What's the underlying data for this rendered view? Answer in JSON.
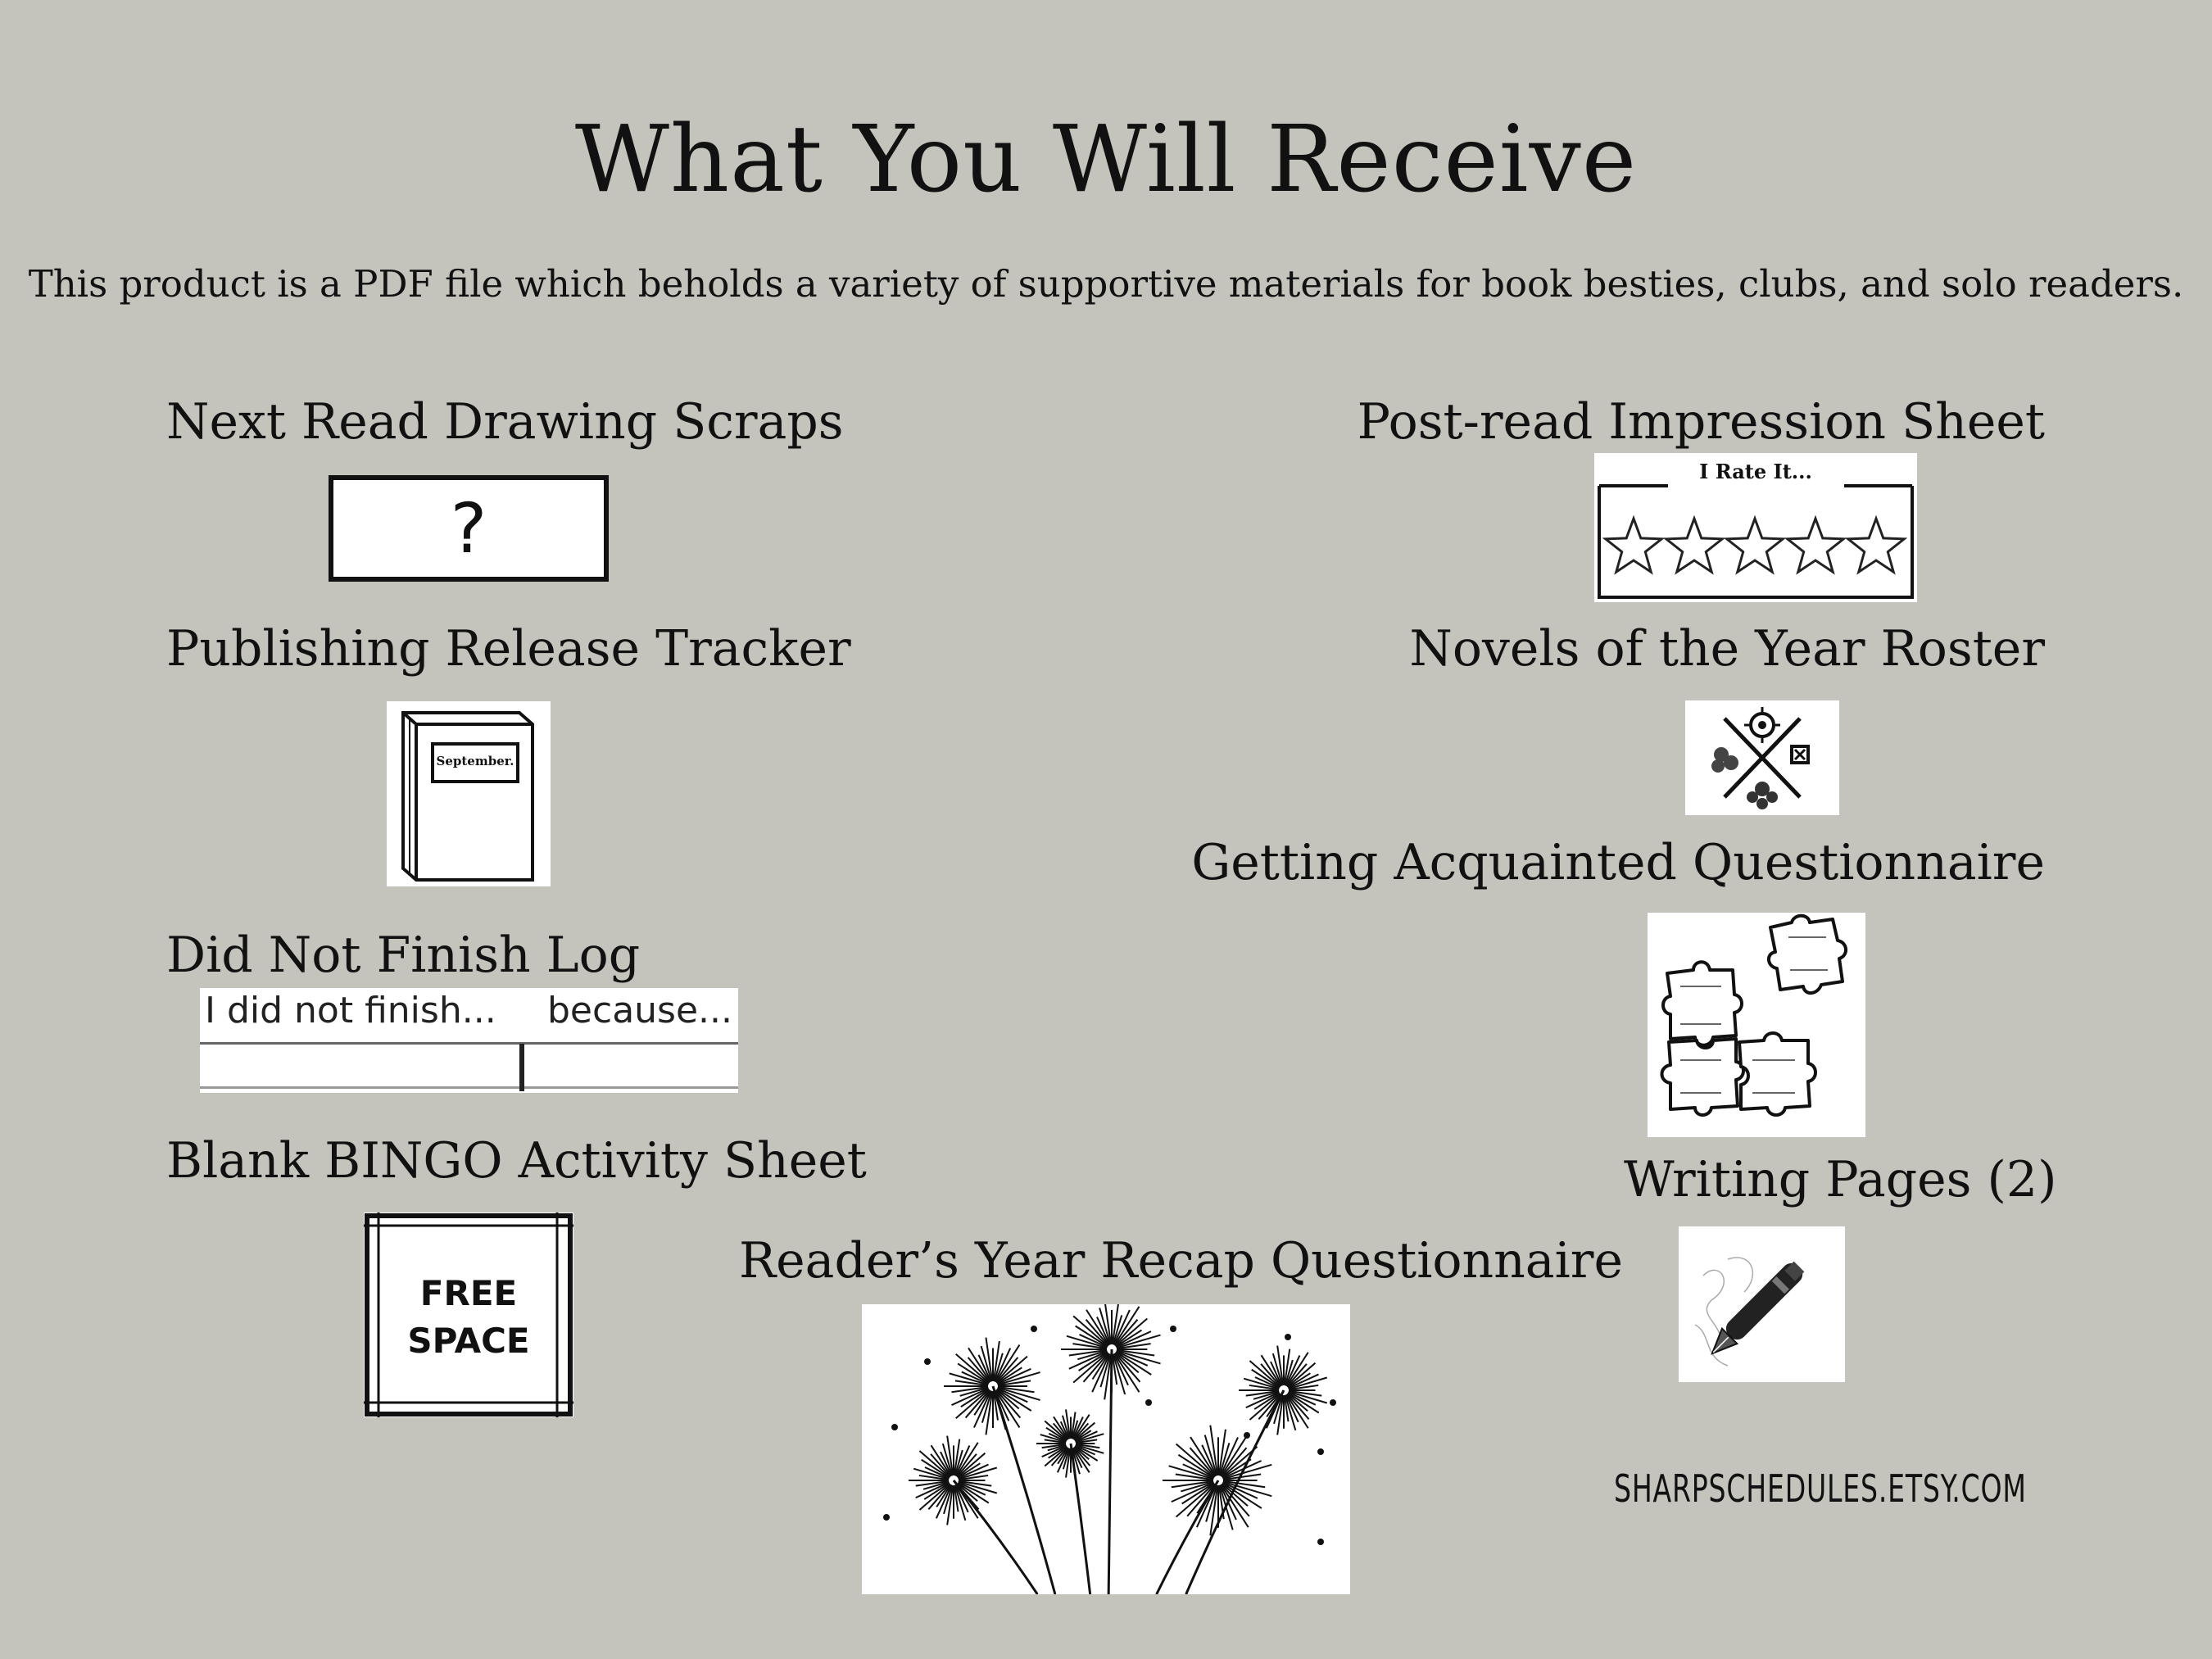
{
  "header": {
    "title": "What You Will Receive",
    "subtitle": "This product is a PDF file which beholds a variety of supportive materials for book besties, clubs, and solo readers."
  },
  "items": {
    "next_read": {
      "label": "Next Read Drawing Scraps",
      "icon": "question-mark-box-icon",
      "glyph": "?"
    },
    "post_read": {
      "label": "Post-read Impression Sheet",
      "icon": "star-rating-icon",
      "caption": "I Rate It..."
    },
    "publishing": {
      "label": "Publishing Release Tracker",
      "icon": "book-icon",
      "caption": "September."
    },
    "novels": {
      "label": "Novels of the Year Roster",
      "icon": "flower-quadrant-icon"
    },
    "acquainted": {
      "label": "Getting Acquainted Questionnaire",
      "icon": "puzzle-pieces-icon"
    },
    "dnf": {
      "label": "Did Not Finish Log",
      "icon": "dnf-table-icon",
      "col1": "I did not finish...",
      "col2": "because..."
    },
    "writing": {
      "label": "Writing Pages (2)",
      "icon": "fountain-pen-icon"
    },
    "bingo": {
      "label": "Blank BINGO Activity Sheet",
      "icon": "free-space-icon",
      "line1": "FREE",
      "line2": "SPACE"
    },
    "recap": {
      "label": "Reader’s Year Recap Questionnaire",
      "icon": "fireworks-icon"
    }
  },
  "footer": {
    "shop": "SHARPSCHEDULES.ETSY.COM"
  },
  "colors": {
    "background": "#c4c4bc",
    "text": "#111111"
  }
}
